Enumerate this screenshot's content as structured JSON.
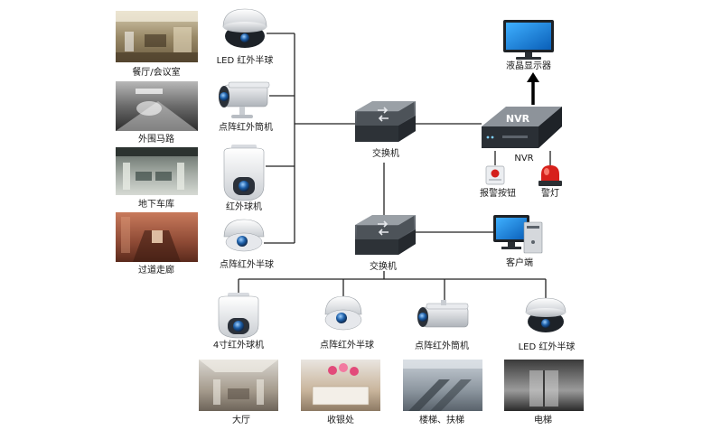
{
  "photos": {
    "restaurant": "餐厅/会议室",
    "perimeter_road": "外围马路",
    "underground_garage": "地下车库",
    "corridor": "过道走廊",
    "lobby": "大厅",
    "cashier": "收银处",
    "stairs_escalator": "楼梯、扶梯",
    "elevator": "电梯"
  },
  "cameras_left": {
    "led_ir_dome": "LED 红外半球",
    "dot_ir_bullet": "点阵红外筒机",
    "ir_speed_dome": "红外球机",
    "dot_ir_dome": "点阵红外半球"
  },
  "cameras_bottom": {
    "ir_speed_dome_4in": "4寸红外球机",
    "dot_ir_dome": "点阵红外半球",
    "dot_ir_bullet": "点阵红外筒机",
    "led_ir_dome": "LED 红外半球"
  },
  "network": {
    "switch_top": "交换机",
    "switch_bottom": "交换机",
    "nvr_badge": "NVR",
    "nvr_label": "NVR",
    "monitor": "液晶显示器",
    "alarm_button": "报警按钮",
    "alarm_light": "警灯",
    "client": "客户端"
  }
}
